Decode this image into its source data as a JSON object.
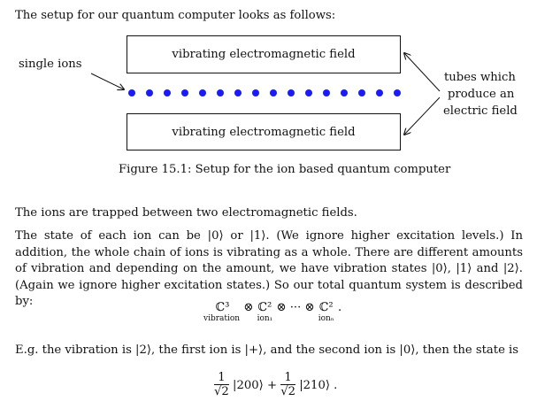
{
  "intro": "The setup for our quantum computer looks as follows:",
  "diagram": {
    "box_top_label": "vibrating electromagnetic field",
    "box_bottom_label": "vibrating electromagnetic field",
    "left_label": "single ions",
    "right_label_lines": [
      "tubes which",
      "produce an",
      "electric field"
    ],
    "ion_count": 16,
    "ion_color": "#1a1aff"
  },
  "caption": "Figure 15.1: Setup for the ion based quantum computer",
  "paragraph1": "The ions are trapped between two electromagnetic fields.",
  "paragraph2": "The state of each ion can be |0⟩ or |1⟩. (We ignore higher excitation levels.) In addition, the whole chain of ions is vibrating as a whole. There are different amounts of vibration and depending on the amount, we have vibration states |0⟩, |1⟩ and |2⟩. (Again we ignore higher excitation states.) So our total quantum system is described by:",
  "equation1": {
    "c3": "ℂ³",
    "c3_sub": "vibration",
    "otimes": "⊗",
    "c2": "ℂ²",
    "c2_sub1": "ion₁",
    "dots": "⊗ ··· ⊗",
    "c2_sub2": "ionₙ",
    "end": "."
  },
  "paragraph3": "E.g. the vibration is |2⟩, the first ion is |+⟩, and the second ion is |0⟩, then the state is",
  "equation2": {
    "num": "1",
    "den": "√2",
    "ket1": "|200⟩ +",
    "ket2": "|210⟩ ."
  }
}
